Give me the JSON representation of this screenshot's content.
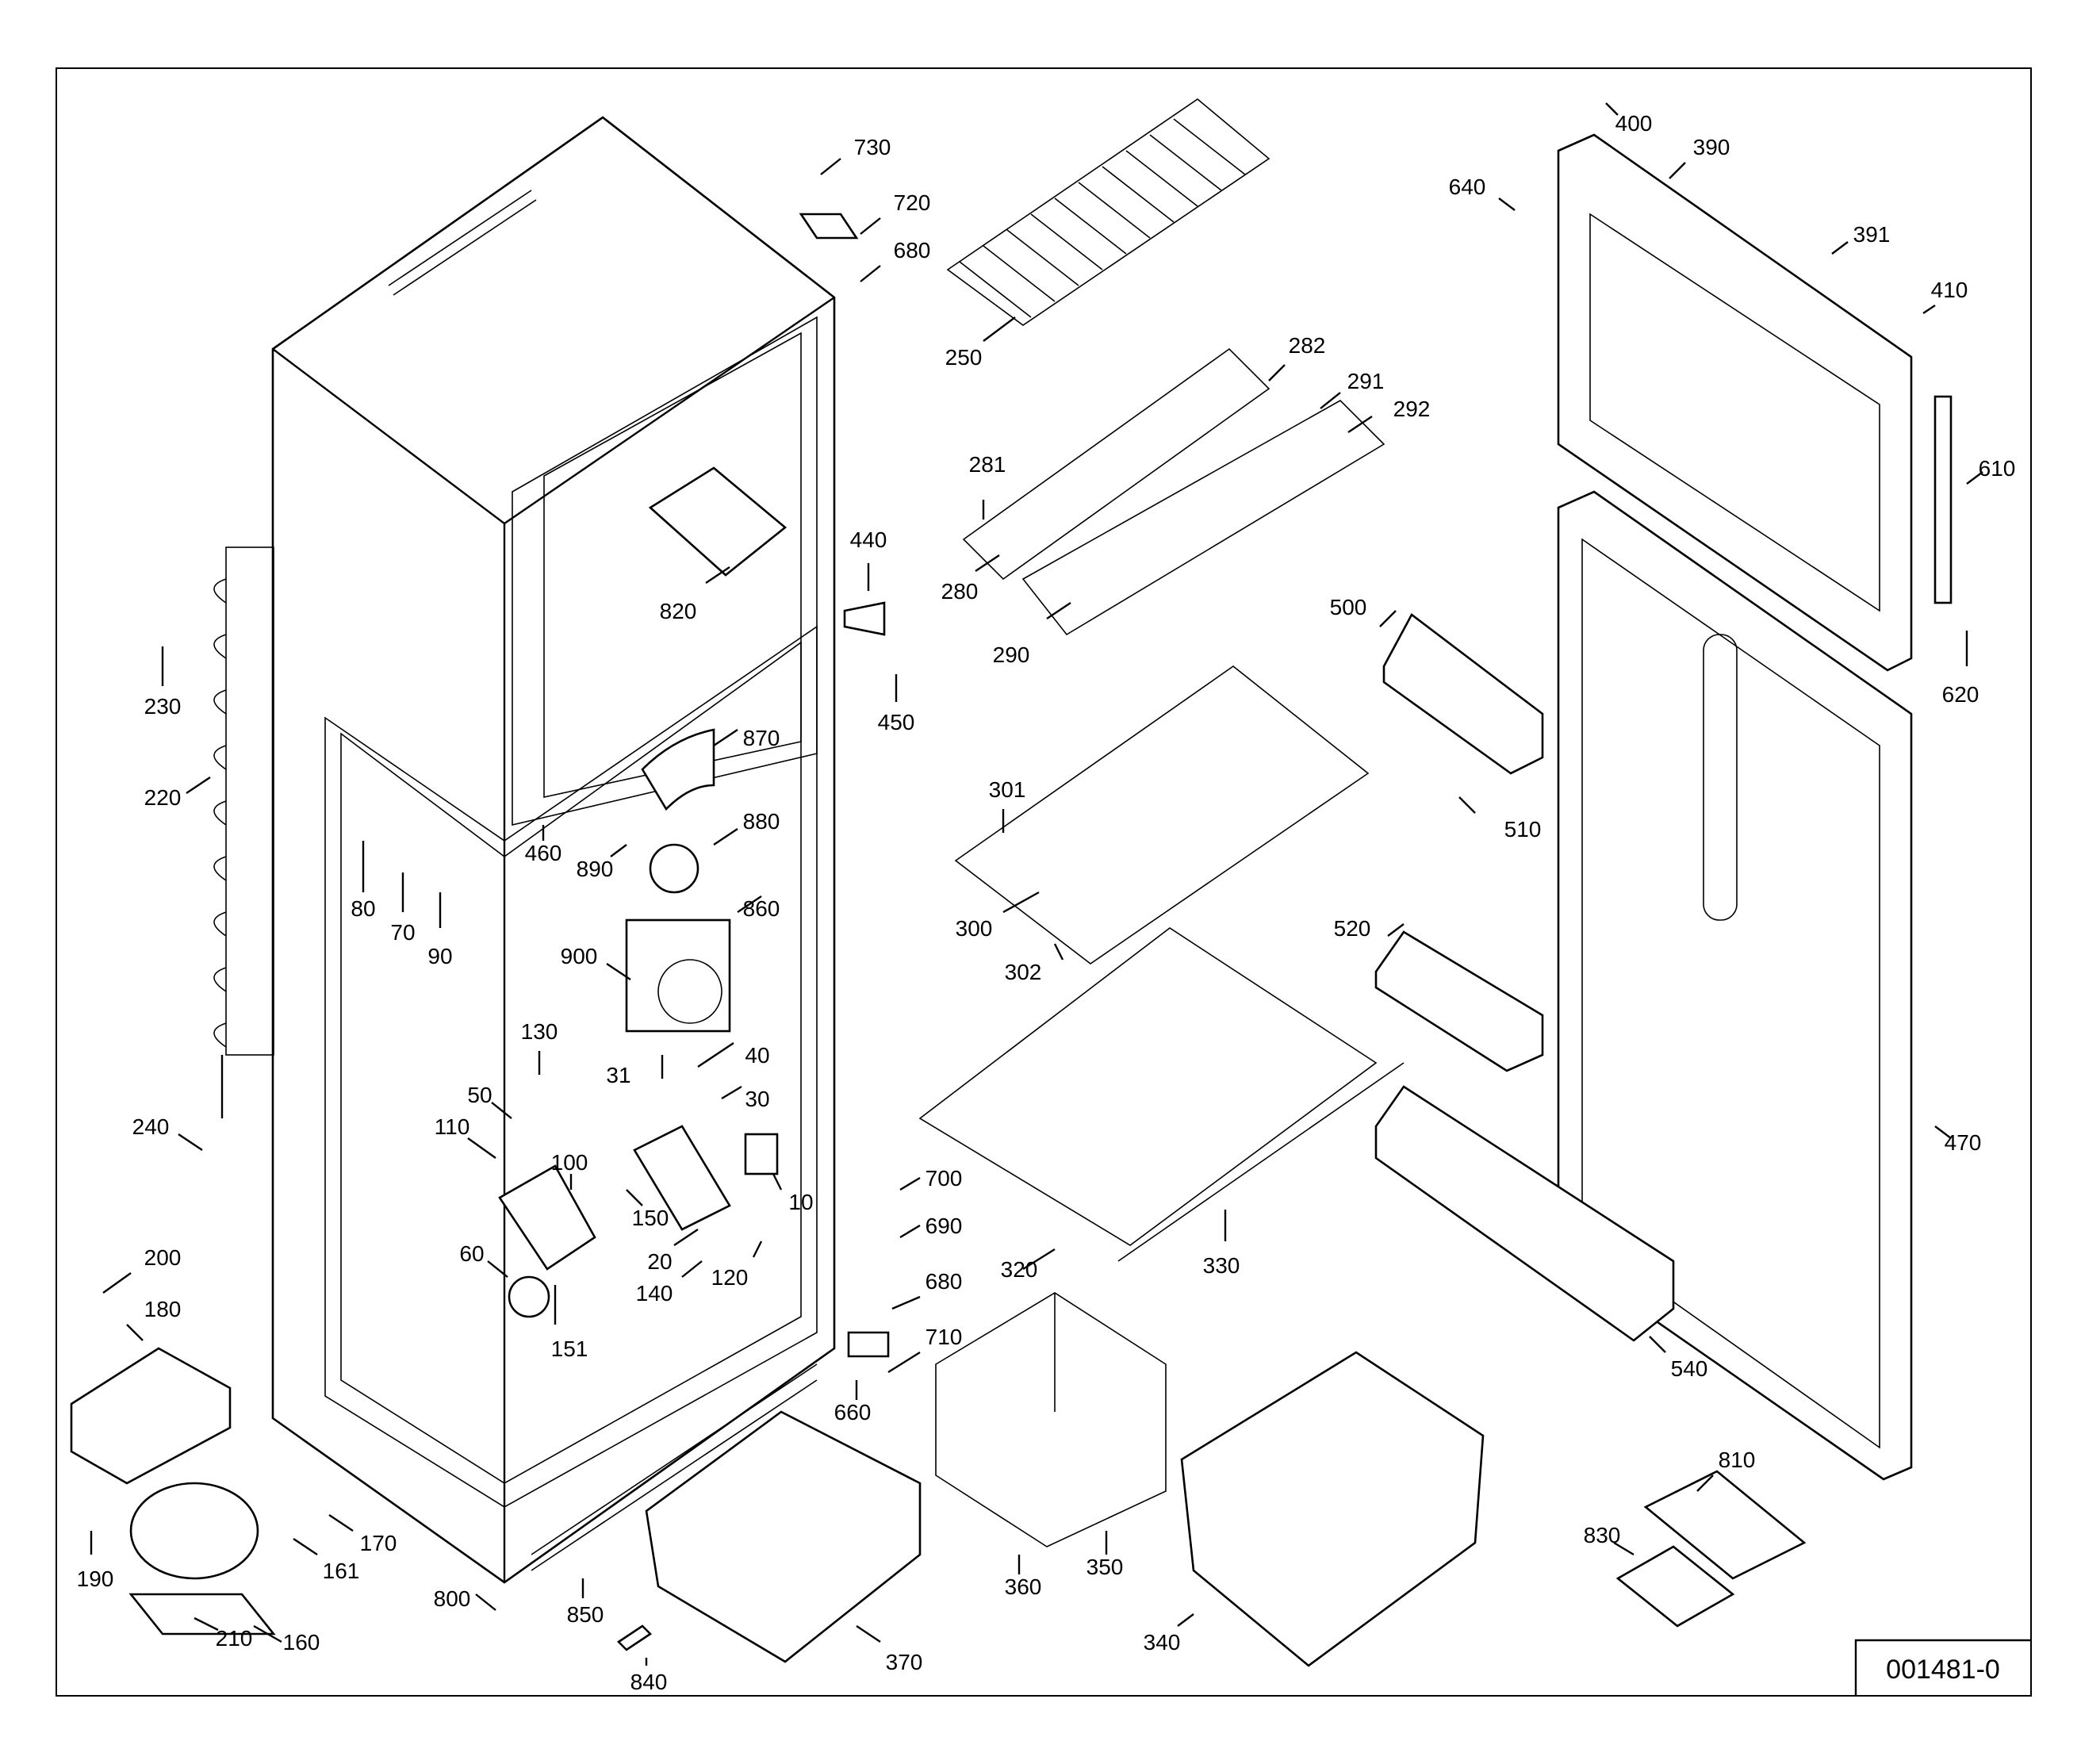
{
  "drawing_code": "001481-0",
  "callouts": [
    {
      "id": "730",
      "text": "730"
    },
    {
      "id": "720",
      "text": "720"
    },
    {
      "id": "680a",
      "text": "680"
    },
    {
      "id": "250",
      "text": "250"
    },
    {
      "id": "282",
      "text": "282"
    },
    {
      "id": "291",
      "text": "291"
    },
    {
      "id": "292",
      "text": "292"
    },
    {
      "id": "281",
      "text": "281"
    },
    {
      "id": "280",
      "text": "280"
    },
    {
      "id": "290",
      "text": "290"
    },
    {
      "id": "400",
      "text": "400"
    },
    {
      "id": "390",
      "text": "390"
    },
    {
      "id": "640",
      "text": "640"
    },
    {
      "id": "391",
      "text": "391"
    },
    {
      "id": "410",
      "text": "410"
    },
    {
      "id": "610",
      "text": "610"
    },
    {
      "id": "620",
      "text": "620"
    },
    {
      "id": "470",
      "text": "470"
    },
    {
      "id": "820",
      "text": "820"
    },
    {
      "id": "440",
      "text": "440"
    },
    {
      "id": "450",
      "text": "450"
    },
    {
      "id": "230",
      "text": "230"
    },
    {
      "id": "220",
      "text": "220"
    },
    {
      "id": "870",
      "text": "870"
    },
    {
      "id": "460",
      "text": "460"
    },
    {
      "id": "880",
      "text": "880"
    },
    {
      "id": "890",
      "text": "890"
    },
    {
      "id": "80",
      "text": "80"
    },
    {
      "id": "70",
      "text": "70"
    },
    {
      "id": "90",
      "text": "90"
    },
    {
      "id": "860",
      "text": "860"
    },
    {
      "id": "900",
      "text": "900"
    },
    {
      "id": "130",
      "text": "130"
    },
    {
      "id": "40",
      "text": "40"
    },
    {
      "id": "31",
      "text": "31"
    },
    {
      "id": "50",
      "text": "50"
    },
    {
      "id": "30",
      "text": "30"
    },
    {
      "id": "110",
      "text": "110"
    },
    {
      "id": "100",
      "text": "100"
    },
    {
      "id": "10",
      "text": "10"
    },
    {
      "id": "150",
      "text": "150"
    },
    {
      "id": "240",
      "text": "240"
    },
    {
      "id": "60",
      "text": "60"
    },
    {
      "id": "20",
      "text": "20"
    },
    {
      "id": "140",
      "text": "140"
    },
    {
      "id": "120",
      "text": "120"
    },
    {
      "id": "151",
      "text": "151"
    },
    {
      "id": "200",
      "text": "200"
    },
    {
      "id": "180",
      "text": "180"
    },
    {
      "id": "190",
      "text": "190"
    },
    {
      "id": "161",
      "text": "161"
    },
    {
      "id": "170",
      "text": "170"
    },
    {
      "id": "210",
      "text": "210"
    },
    {
      "id": "160",
      "text": "160"
    },
    {
      "id": "800",
      "text": "800"
    },
    {
      "id": "850",
      "text": "850"
    },
    {
      "id": "840",
      "text": "840"
    },
    {
      "id": "370",
      "text": "370"
    },
    {
      "id": "660",
      "text": "660"
    },
    {
      "id": "700",
      "text": "700"
    },
    {
      "id": "690",
      "text": "690"
    },
    {
      "id": "680b",
      "text": "680"
    },
    {
      "id": "710",
      "text": "710"
    },
    {
      "id": "301",
      "text": "301"
    },
    {
      "id": "300",
      "text": "300"
    },
    {
      "id": "302",
      "text": "302"
    },
    {
      "id": "500",
      "text": "500"
    },
    {
      "id": "510",
      "text": "510"
    },
    {
      "id": "520",
      "text": "520"
    },
    {
      "id": "320",
      "text": "320"
    },
    {
      "id": "330",
      "text": "330"
    },
    {
      "id": "540",
      "text": "540"
    },
    {
      "id": "350",
      "text": "350"
    },
    {
      "id": "360",
      "text": "360"
    },
    {
      "id": "340",
      "text": "340"
    },
    {
      "id": "810",
      "text": "810"
    },
    {
      "id": "830",
      "text": "830"
    }
  ]
}
